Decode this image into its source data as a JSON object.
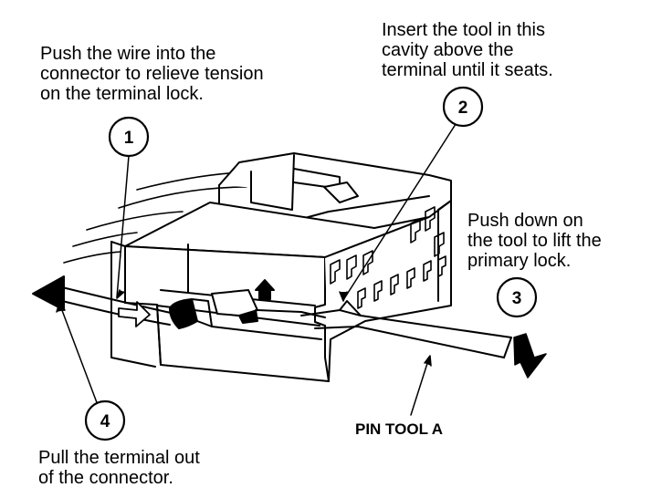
{
  "callouts": {
    "step1": "Push the wire into the\nconnector to relieve tension\non the terminal lock.",
    "step2": "Insert the tool in this\ncavity above the\nterminal until it seats.",
    "step3": "Push down on\nthe tool to lift the\nprimary lock.",
    "step4": "Pull the terminal out\nof the connector."
  },
  "step_numbers": [
    "1",
    "2",
    "3",
    "4"
  ],
  "tool_label": "PIN TOOL A"
}
